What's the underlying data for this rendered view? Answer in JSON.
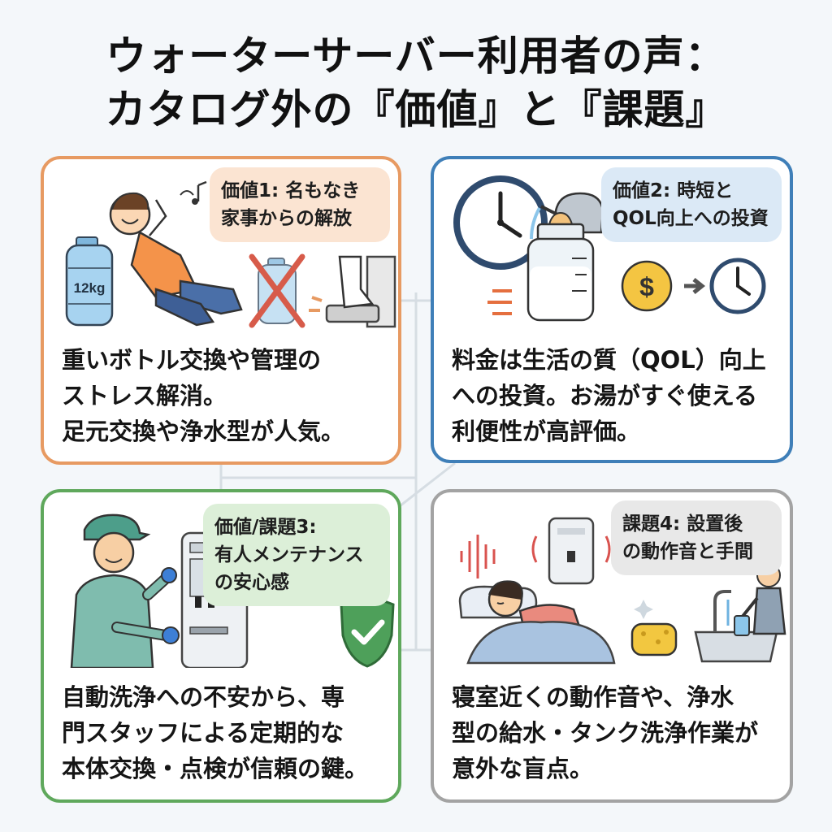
{
  "title": {
    "line1": "ウォーターサーバー利用者の声：",
    "line2": "カタログ外の『価値』と『課題』"
  },
  "cards": [
    {
      "tag": [
        "価値1: 名もなき",
        "家事からの解放"
      ],
      "bottle_label": "12kg",
      "body": [
        "重いボトル交換や管理の",
        "ストレス解消。",
        "足元交換や浄水型が人気。"
      ],
      "accent": "#e79a62"
    },
    {
      "tag": [
        "価値2: 時短と",
        "QOL向上への投資"
      ],
      "body": [
        "料金は生活の質（QOL）向上",
        "への投資。お湯がすぐ使える",
        "利便性が高評価。"
      ],
      "accent": "#3f7fb8"
    },
    {
      "tag": [
        "価値/課題3:",
        "有人メンテナンス",
        "の安心感"
      ],
      "body": [
        "自動洗浄への不安から、専",
        "門スタッフによる定期的な",
        "本体交換・点検が信頼の鍵。"
      ],
      "accent": "#5fa85c"
    },
    {
      "tag": [
        "課題4: 設置後",
        "の動作音と手間"
      ],
      "body": [
        "寝室近くの動作音や、浄水",
        "型の給水・タンク洗浄作業が",
        "意外な盲点。"
      ],
      "accent": "#a3a3a3"
    }
  ]
}
